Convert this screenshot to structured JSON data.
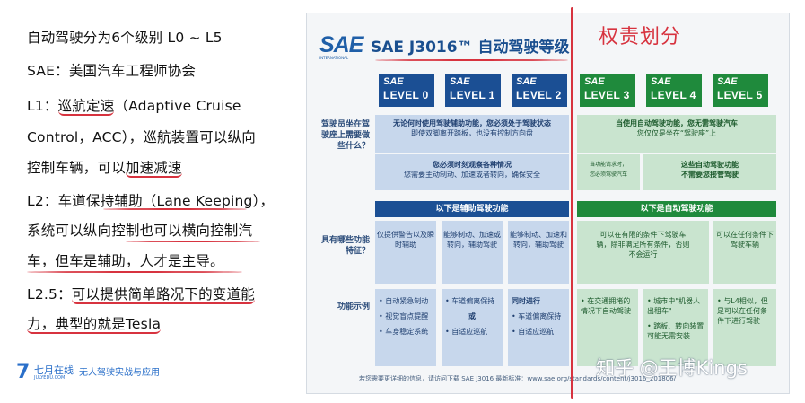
{
  "notes": {
    "line1": "自动驾驶分为6个级别 L0 ~ L5",
    "line2": "SAE：美国汽车工程师协会",
    "line3a": "L1：",
    "line3b": "巡航定速",
    "line3c": "（Adaptive Cruise",
    "line4": "Control，ACC），巡航装置可以纵向",
    "line5a": "控制车辆，可以",
    "line5b": "加速减速",
    "line6": "L2：车道保持辅助（Lane Keeping），",
    "line7": "系统可以纵向控制也可以横向控制汽",
    "line8": "车，但车是辅助，人才是主导。",
    "line9a": "L2.5：",
    "line9b": "可以提供简单路况下的变道能",
    "line10": "力，典型的就是Tesla"
  },
  "brand": {
    "logo": "7",
    "name": "七月在线",
    "domain": "JULYEDU.COM",
    "tagline": "无人驾驶实战与应用"
  },
  "card": {
    "logo": "SAE",
    "logo_sub": "INTERNATIONAL",
    "title": "SAE J3016™ 自动驾驶等级",
    "levels": [
      {
        "sae": "SAE",
        "label": "LEVEL 0"
      },
      {
        "sae": "SAE",
        "label": "LEVEL 1"
      },
      {
        "sae": "SAE",
        "label": "LEVEL 2"
      },
      {
        "sae": "SAE",
        "label": "LEVEL 3"
      },
      {
        "sae": "SAE",
        "label": "LEVEL 4"
      },
      {
        "sae": "SAE",
        "label": "LEVEL 5"
      }
    ],
    "row1_label": "驾驶员坐在驾驶座上需要做些什么？",
    "row1_blue_a": "无论何时使用驾驶辅助功能，您必须处于驾驶状态",
    "row1_blue_b": "即使双脚离开踏板，也没有控制方向盘",
    "row1_green_a": "当使用自动驾驶功能，您无需驾驶汽车",
    "row1_green_b": "您仅仅是坐在“驾驶座”上",
    "row1_blue2_a": "您必须时刻观察各种情况",
    "row1_blue2_b": "您需要主动制动、加速或者转向，确保安全",
    "row1_green2_small_a": "当功能请求时，",
    "row1_green2_small_b": "您必须驾驶汽车",
    "row1_green2_a": "这些自动驾驶功能",
    "row1_green2_b": "不需要您接管驾驶",
    "bar_blue": "以下是辅助驾驶功能",
    "bar_green": "以下是自动驾驶功能",
    "row2_label": "具有哪些功能特征？",
    "feat": [
      "仅提供警告以及瞬时辅助",
      "能够制动、加速或转向，辅助驾驶",
      "能够制动、加速和转向，辅助驾驶",
      "可以在有限的条件下驾驶车辆，除非满足所有条件，否则不会运行",
      "可以在任何条件下驾驶车辆"
    ],
    "row3_label": "功能示例",
    "ex0": [
      "• 自动紧急制动",
      "• 视觉盲点提醒",
      "• 车身稳定系统"
    ],
    "ex1": [
      "• 车道偏离保持",
      "或",
      "• 自适应巡航"
    ],
    "ex2": [
      "同时进行",
      "• 车道偏离保持",
      "• 自适应巡航"
    ],
    "ex3": [
      "• 在交通拥堵的情况下自动驾驶"
    ],
    "ex4": [
      "• 城市中\"机器人出租车\"",
      "• 踏板、转向装置可能无需安装"
    ],
    "ex5": [
      "• 与L4相似，但是可以在任何条件下进行驾驶"
    ],
    "footer": "若您需要更详细的信息，请访问下载 SAE J3016 最新标准：www.sae.org/standards/content/j3016_201806/"
  },
  "annotation": {
    "right_title": "权责划分"
  },
  "watermark": "知乎 @王博Kings",
  "colors": {
    "accent_red": "#d7333f",
    "blue": "#1b4f94",
    "green": "#1f8a3c"
  }
}
